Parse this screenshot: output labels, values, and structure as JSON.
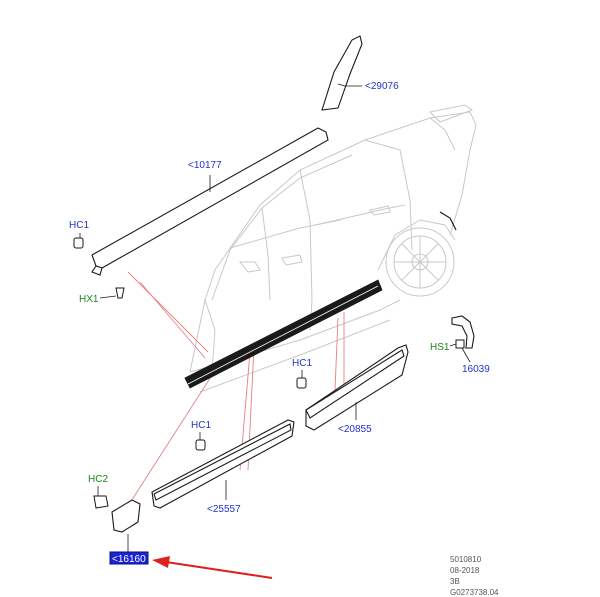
{
  "labels": {
    "p29076": "<29076",
    "p10177": "<10177",
    "p16039": "16039",
    "p20855": "<20855",
    "p25557": "<25557",
    "p16160": "<16160",
    "hc1_a": "HC1",
    "hc1_b": "HC1",
    "hc1_c": "HC1",
    "hc2": "HC2",
    "hx1": "HX1",
    "hs1": "HS1"
  },
  "meta": {
    "line1": "5010810",
    "line2": "08-2018",
    "line3": "3B",
    "line4": "G0273738.04"
  },
  "colors": {
    "part_label": "#2233cc",
    "fastener_label": "#1a8a1a",
    "highlight": "#1c23d6",
    "arrow": "#e02020",
    "leader_red": "#e88080"
  }
}
